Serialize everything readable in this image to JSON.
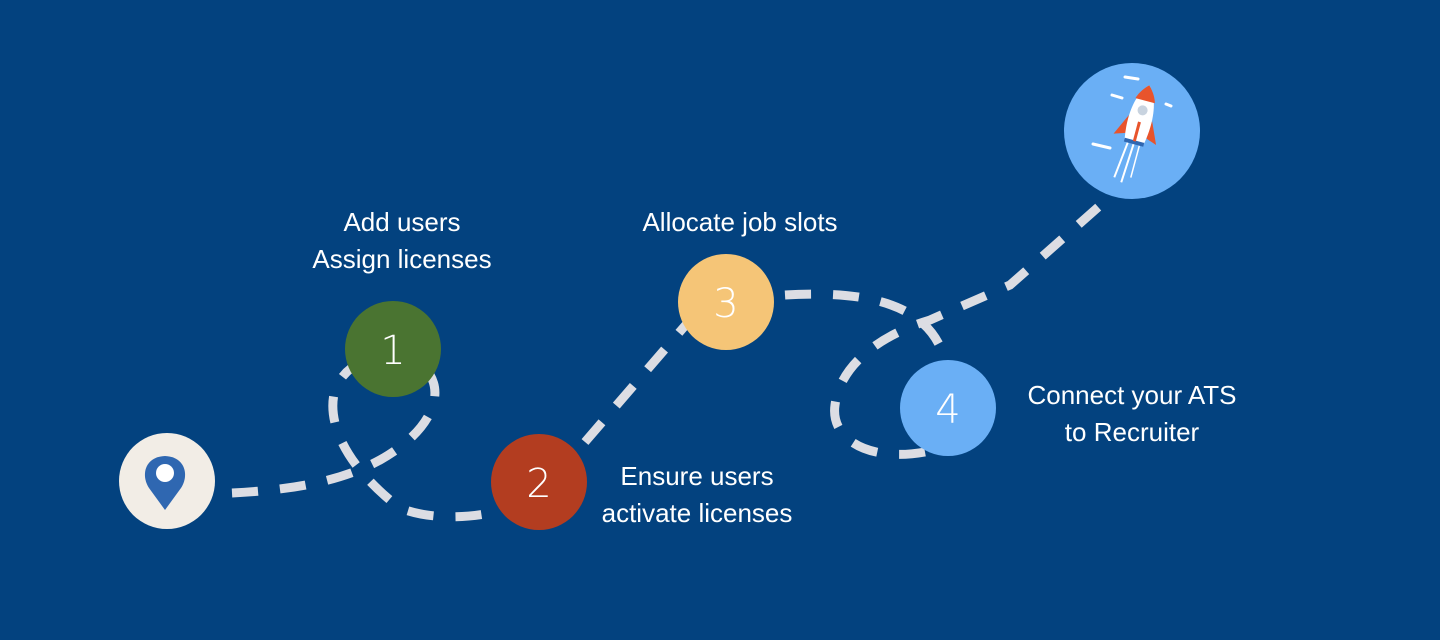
{
  "steps": [
    {
      "number": "1",
      "lines": [
        "Add users",
        "Assign licenses"
      ],
      "color": "#4a7431"
    },
    {
      "number": "2",
      "lines": [
        "Ensure users",
        "activate licenses"
      ],
      "color": "#b33d20"
    },
    {
      "number": "3",
      "lines": [
        "Allocate job slots"
      ],
      "color": "#f5c577"
    },
    {
      "number": "4",
      "lines": [
        "Connect your ATS",
        "to Recruiter"
      ],
      "color": "#6aaff5"
    }
  ],
  "start_icon": "location-pin-icon",
  "end_icon": "rocket-icon",
  "colors": {
    "background": "#03427f",
    "path": "#dcdde3"
  }
}
